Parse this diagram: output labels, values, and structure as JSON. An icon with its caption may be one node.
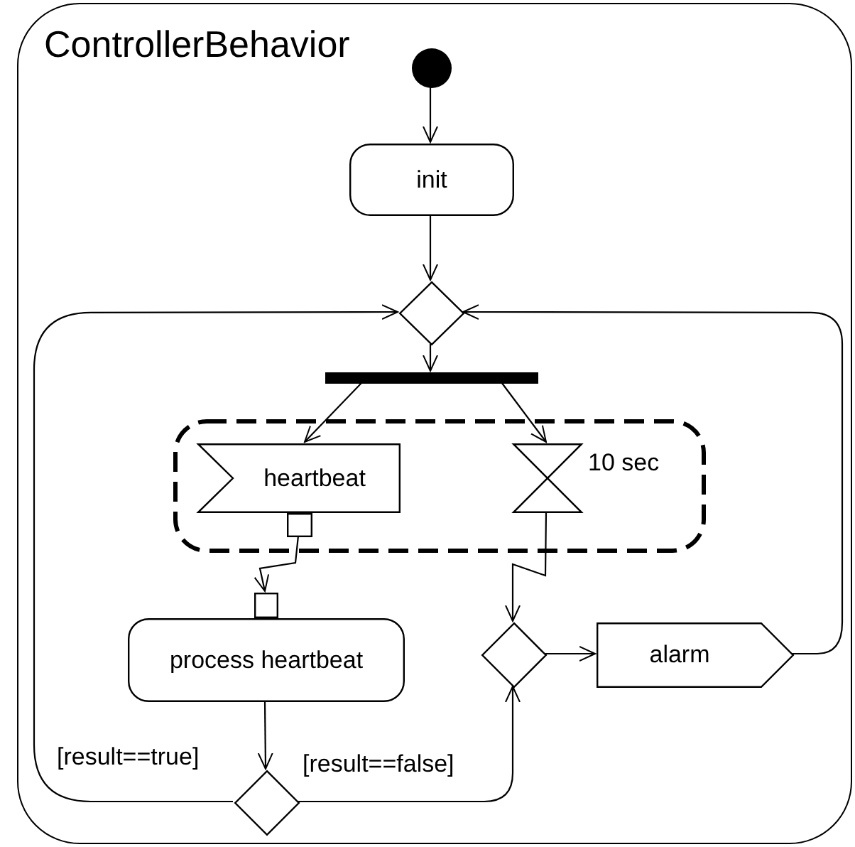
{
  "diagram": {
    "nodes": [
      {
        "text": [
          "ControllerBehavior"
        ]
      },
      {
        "text": [],
        "shape": "circle",
        "in": 0
      },
      {
        "text": [
          "init"
        ],
        "in": 0
      },
      {
        "text": [],
        "shape": "diamond",
        "in": 0
      },
      {
        "text": [],
        "shape": "bar",
        "in": 0
      },
      {
        "text": [],
        "shape": "box",
        "in": 0
      },
      {
        "text": [
          "heartbeat"
        ],
        "in": 5
      },
      {
        "text": [],
        "shape": "box",
        "in": 5
      },
      {
        "text": [],
        "shape": "hourglass",
        "in": 5,
        "beside": [
          "10 sec"
        ]
      },
      {
        "text": [],
        "shape": "box",
        "in": 0
      },
      {
        "text": [
          "process heartbeat"
        ],
        "in": 0
      },
      {
        "text": [],
        "shape": "diamond",
        "in": 0
      },
      {
        "text": [],
        "shape": "diamond",
        "in": 0
      },
      {
        "text": [
          "alarm"
        ],
        "in": 0
      }
    ],
    "edges": [
      {
        "from": 1,
        "to": 2,
        "arrow": "to"
      },
      {
        "from": 2,
        "to": 3,
        "arrow": "to"
      },
      {
        "from": 3,
        "to": 4,
        "arrow": "to"
      },
      {
        "from": 4,
        "to": 6,
        "arrow": "to"
      },
      {
        "from": 4,
        "to": 8,
        "arrow": "to"
      },
      {
        "from": 7,
        "to": 9,
        "arrow": "to"
      },
      {
        "from": 8,
        "to": 12,
        "arrow": "to"
      },
      {
        "from": 10,
        "to": 11,
        "arrow": "to"
      },
      {
        "from": 11,
        "to": 3,
        "arrow": "to",
        "label": "[result==true]"
      },
      {
        "from": 11,
        "to": 12,
        "arrow": "to",
        "label": "[result==false]"
      },
      {
        "from": 12,
        "to": 13,
        "arrow": "to"
      },
      {
        "from": 13,
        "to": 3,
        "arrow": "to"
      }
    ]
  }
}
